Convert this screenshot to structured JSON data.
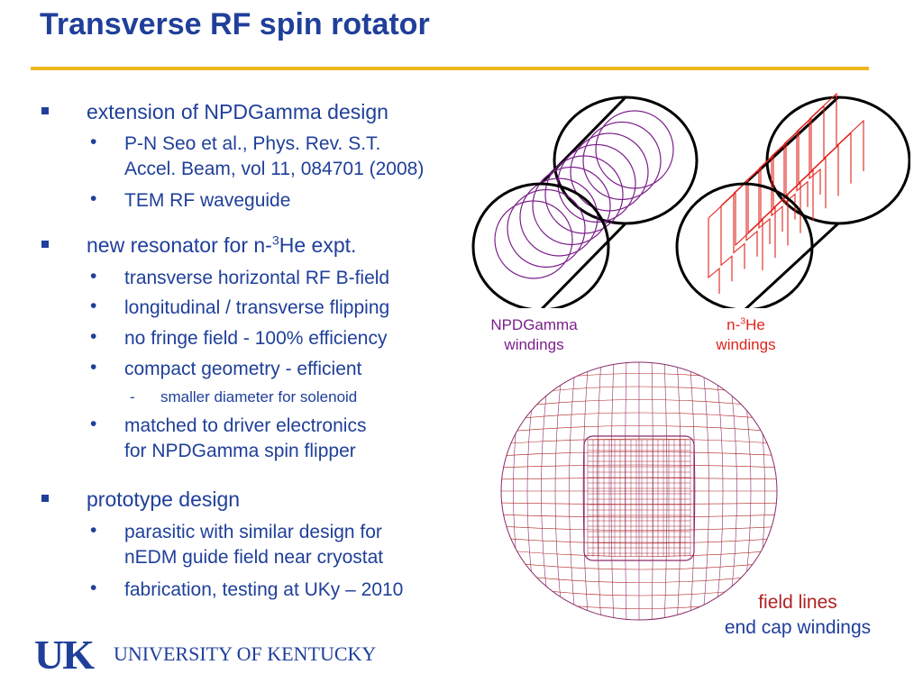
{
  "title": "Transverse RF spin rotator",
  "bullets": {
    "b1": "extension of NPDGamma design",
    "b1_sub1_line1": "P-N Seo et al., Phys. Rev. S.T.",
    "b1_sub1_line2": "Accel. Beam, vol 11, 084701 (2008)",
    "b1_sub2": "TEM RF waveguide",
    "b2_prefix": "new resonator for n-",
    "b2_sup": "3",
    "b2_suffix": "He expt.",
    "b2_sub1": "transverse horizontal RF B-field",
    "b2_sub2": "longitudinal / transverse flipping",
    "b2_sub3": "no fringe field - 100% efficiency",
    "b2_sub4": "compact geometry - efficient",
    "b2_sub4_sub1": "smaller diameter for solenoid",
    "b2_sub5_line1": "matched to driver electronics",
    "b2_sub5_line2": "for NPDGamma spin flipper",
    "b3": "prototype design",
    "b3_sub1_line1": "parasitic with similar design for",
    "b3_sub1_line2": "nEDM guide field near cryostat",
    "b3_sub2": "fabrication, testing at UKy – 2010"
  },
  "symbols": {
    "square": "■",
    "dot": "•",
    "dash": "-"
  },
  "figures": {
    "npd_caption_line1": "NPDGamma",
    "npd_caption_line2": "windings",
    "he_caption_prefix": "n-",
    "he_caption_sup": "3",
    "he_caption_suffix": "He",
    "he_caption_line2": "windings",
    "field_lines": "field lines",
    "end_cap": "end cap windings"
  },
  "logo": {
    "mark": "UK",
    "name": "UNIVERSITY OF KENTUCKY"
  },
  "colors": {
    "title": "#1f3f9a",
    "rule": "#f0b81f",
    "npd": "#7b1f8a",
    "he": "#e0231c",
    "field_red": "#b22222",
    "grid_purple": "#8a2c6a"
  }
}
